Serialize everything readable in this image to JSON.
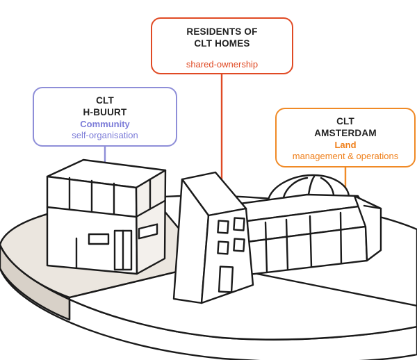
{
  "boxes": {
    "hbuurt": {
      "title_line1": "CLT",
      "title_line2": "H-BUURT",
      "sub1": "Community",
      "sub2": "self-organisation",
      "color": "#8e8ed8"
    },
    "residents": {
      "title_line1": "RESIDENTS OF",
      "title_line2": "CLT HOMES",
      "sub1": "shared-ownership",
      "color": "#e04a24"
    },
    "amsterdam": {
      "title_line1": "CLT",
      "title_line2": "AMSTERDAM",
      "sub1": "Land",
      "sub2": "management & operations",
      "color": "#f08a26"
    }
  },
  "icons": {
    "platform": "circular-base-icon",
    "office": "office-building-icon",
    "house": "tilted-house-icon",
    "dome": "domed-building-icon"
  },
  "colors": {
    "outline": "#1a1a1a",
    "base_side": "#d8d1c8",
    "base_top": "#ebe6df"
  }
}
